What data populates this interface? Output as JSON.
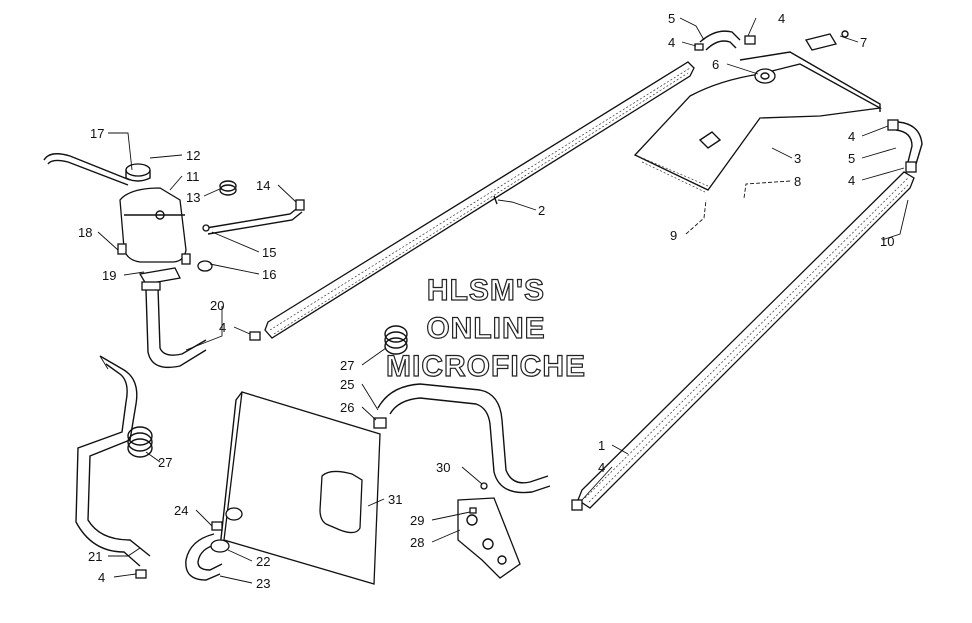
{
  "watermark": {
    "lines": [
      "HLSM'S",
      "ONLINE",
      "MICROFICHE"
    ]
  },
  "callouts": {
    "c1": "1",
    "c2": "2",
    "c3": "3",
    "c4a": "4",
    "c4b": "4",
    "c4c": "4",
    "c4d": "4",
    "c4e": "4",
    "c4f": "4",
    "c4g": "4",
    "c5a": "5",
    "c5b": "5",
    "c6": "6",
    "c7": "7",
    "c8": "8",
    "c9": "9",
    "c10": "10",
    "c11": "11",
    "c12": "12",
    "c13": "13",
    "c14": "14",
    "c15": "15",
    "c16": "16",
    "c17": "17",
    "c18": "18",
    "c19": "19",
    "c20": "20",
    "c21": "21",
    "c22": "22",
    "c23": "23",
    "c24": "24",
    "c25": "25",
    "c26": "26",
    "c27a": "27",
    "c27b": "27",
    "c28": "28",
    "c29": "29",
    "c30": "30",
    "c31": "31"
  }
}
